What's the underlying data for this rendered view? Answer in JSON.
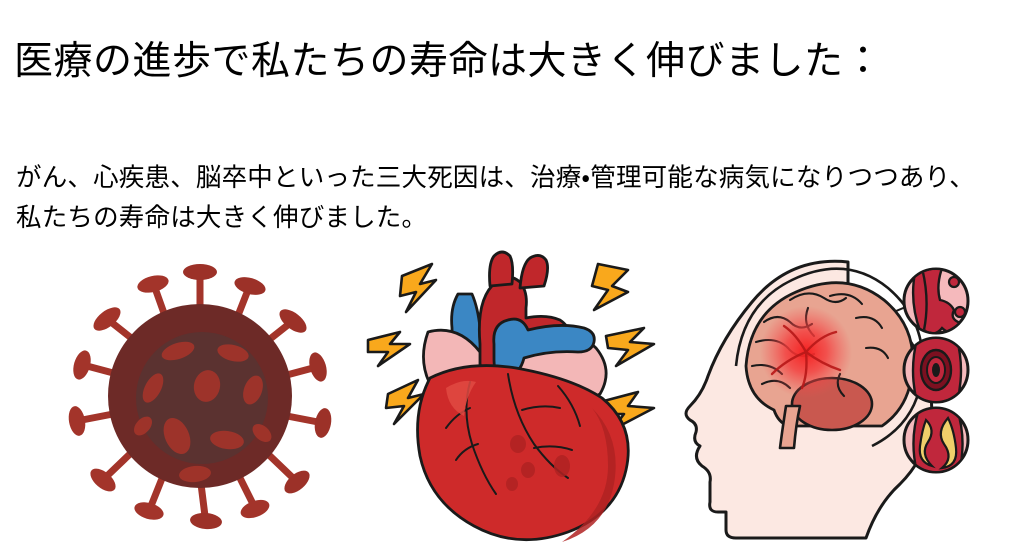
{
  "slide": {
    "title": "医療の進歩で私たちの寿命は大きく伸びました：",
    "body": "がん、心疾患、脳卒中といった三大死因は、治療・管理可能な病気になりつつあり、私たちの寿命は大きく伸びました。",
    "background_color": "#ffffff",
    "text_color": "#000000"
  },
  "figures": [
    {
      "id": "virus",
      "name": "virus-cancer-cell-illustration",
      "caption_semantic": "がん (cancer / virus cell)",
      "colors": {
        "body": "#6d2a27",
        "core": "#5b3230",
        "spike": "#a3342a",
        "spike_dark": "#8e2c24",
        "highlight": "#b0463a"
      }
    },
    {
      "id": "heart",
      "name": "anatomical-heart-illustration",
      "caption_semantic": "心疾患 (heart disease)",
      "colors": {
        "muscle": "#ce2a2a",
        "muscle_dark": "#b02222",
        "aorta": "#c0272b",
        "vein_blue": "#3b87c4",
        "vein_blue_dark": "#2f6fa4",
        "atrium_pink": "#f3b7b7",
        "bolt": "#f9a81c",
        "bolt_light": "#fcc249",
        "outline": "#1a1a1a"
      }
    },
    {
      "id": "brain",
      "name": "stroke-brain-head-illustration",
      "caption_semantic": "脳卒中 (stroke)",
      "colors": {
        "head": "#fce8e2",
        "brain": "#e8a491",
        "brain_dark": "#c9584f",
        "stroke_glow": "#f23030",
        "callout_bg": "#f5b9bc",
        "vessel": "#c0273c",
        "plaque": "#f0cf6a",
        "clot": "#7c1020",
        "outline": "#1a1a1a"
      },
      "callouts": [
        {
          "id": "hemorrhage",
          "name": "callout-vessel-hemorrhage"
        },
        {
          "id": "thrombus",
          "name": "callout-vessel-thrombus"
        },
        {
          "id": "plaque",
          "name": "callout-vessel-plaque"
        }
      ]
    }
  ]
}
